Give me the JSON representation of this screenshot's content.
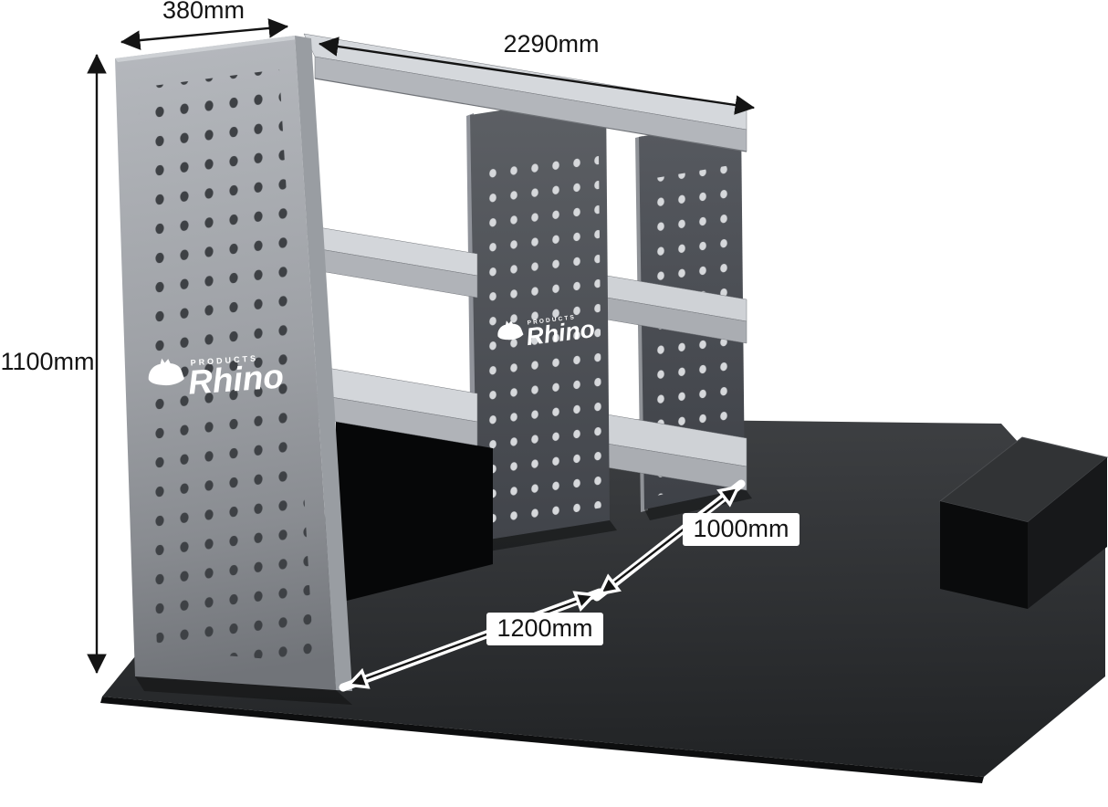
{
  "diagram": {
    "brand": {
      "name": "Rhino",
      "tagline": "PRODUCTS"
    },
    "dimensions": {
      "depth": "380mm",
      "length": "2290mm",
      "height": "1100mm",
      "left_bay_width": "1200mm",
      "right_bay_width": "1000mm"
    },
    "colors": {
      "floor_mat": "#2a2b2d",
      "panel_light": "#a9acb1",
      "panel_dark": "#4a4d52",
      "shelf": "#d0d3d7",
      "dimension_ink": "#141414"
    }
  }
}
